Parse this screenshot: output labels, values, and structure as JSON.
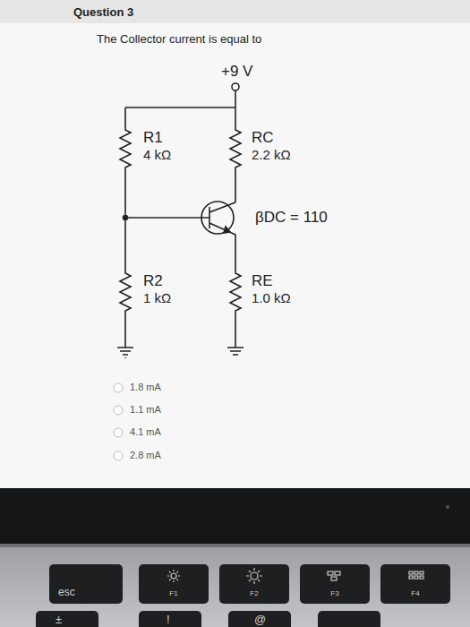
{
  "diagram": {
    "nodes": [
      {
        "text": [
          "Question 3"
        ]
      },
      {
        "text": [
          "esc"
        ]
      },
      {
        "text": [
          "F1"
        ]
      },
      {
        "text": [
          "F2"
        ]
      },
      {
        "text": [
          "F3"
        ]
      },
      {
        "text": [
          "F4"
        ]
      }
    ],
    "labels": [
      "The Collector current is equal to",
      "+9 V",
      "R1",
      "4 kΩ",
      "RC",
      "2.2 kΩ",
      "βDC = 110",
      "R2",
      "1 kΩ",
      "RE",
      "1.0 kΩ",
      "1.8 mA",
      "1.1 mA",
      "4.1 mA",
      "2.8 mA",
      "±",
      "!",
      "@"
    ]
  }
}
